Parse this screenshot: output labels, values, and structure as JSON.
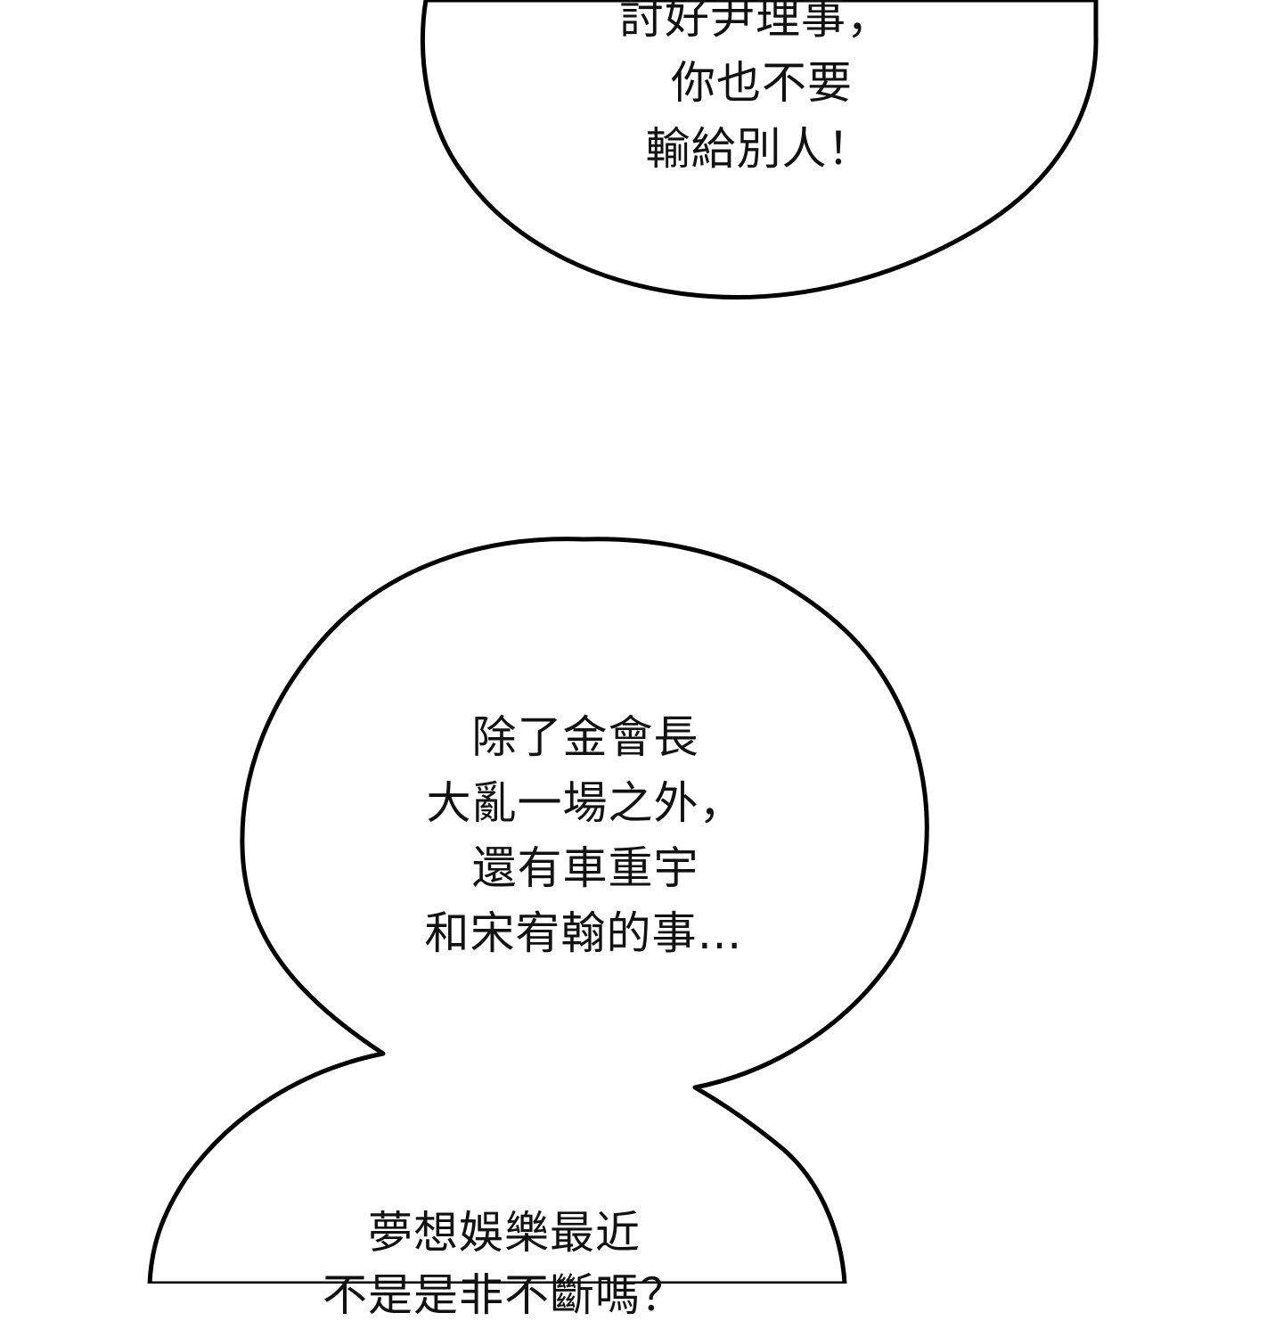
{
  "bubble_top": {
    "lines": [
      "討好尹理事，",
      "你也不要",
      "輸給別人！"
    ]
  },
  "bubble_middle": {
    "lines": [
      "除了金會長",
      "大亂一場之外，",
      "還有車重宇",
      "和宋宥翰的事…"
    ]
  },
  "bubble_bottom": {
    "lines": [
      "夢想娛樂最近",
      "不是是非不斷嗎？"
    ]
  }
}
